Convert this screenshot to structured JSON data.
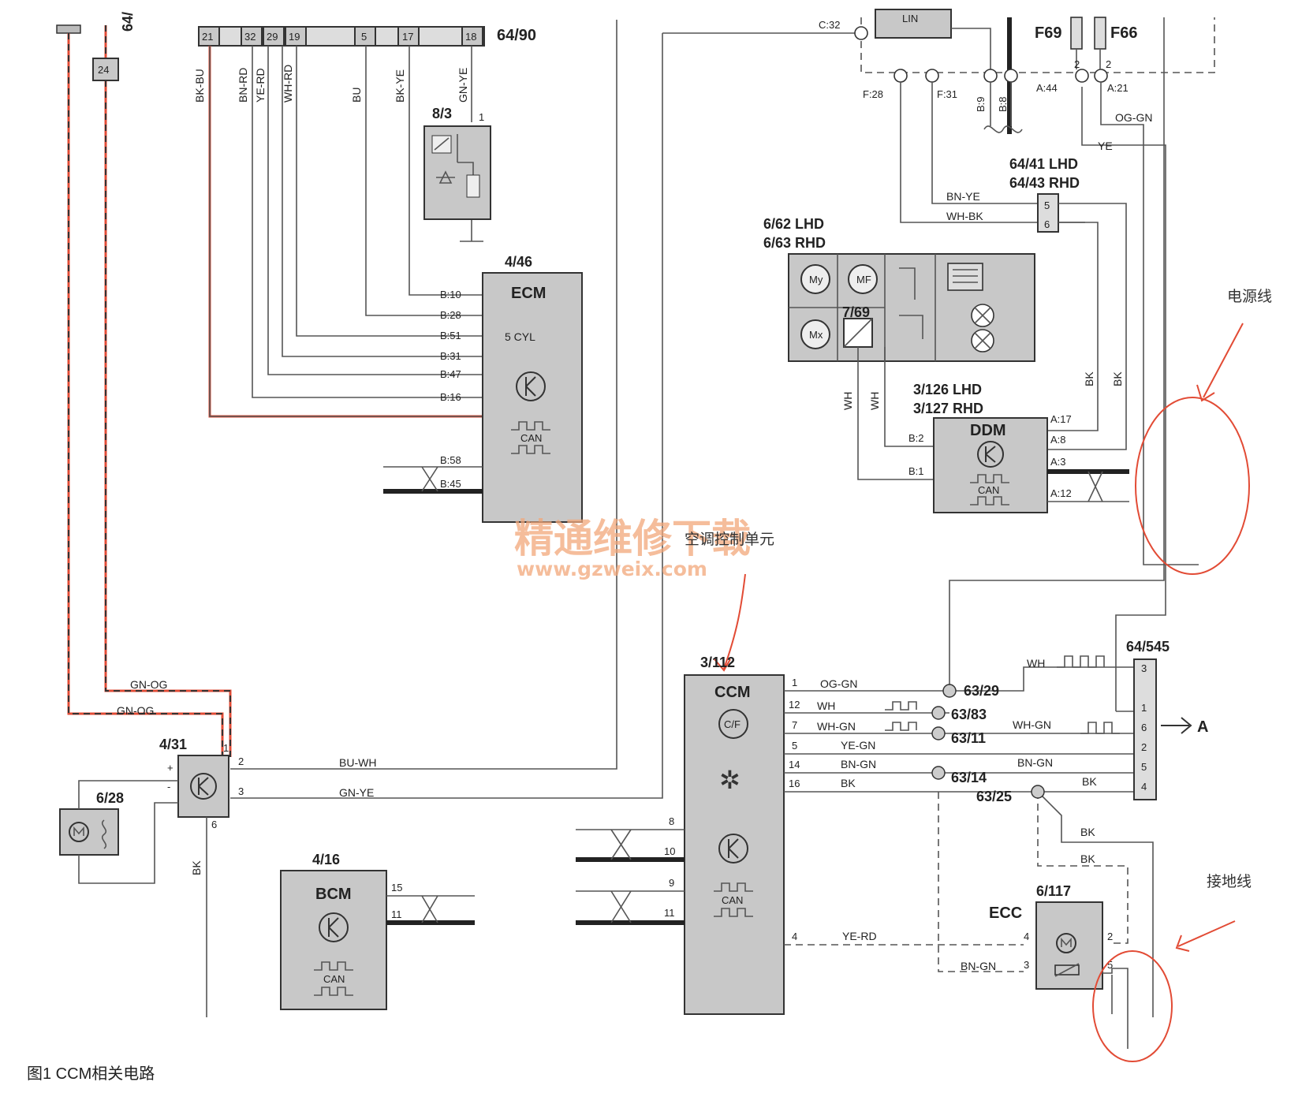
{
  "watermark": {
    "line1": "精通维修下载",
    "line2": "www.gzweix.com"
  },
  "caption": "图1  CCM相关电路",
  "annotations": {
    "power": "电源线",
    "ground": "接地线",
    "hvac": "空调控制单元"
  },
  "components": {
    "c6490": "64/90",
    "c83": "8/3",
    "c446": "4/46",
    "ecm": "ECM",
    "ecm_sub": "5 CYL",
    "c431": "4/31",
    "c628": "6/28",
    "c416": "4/16",
    "bcm": "BCM",
    "c3112": "3/112",
    "ccm": "CCM",
    "c662": "6/62 LHD",
    "c663": "6/63 RHD",
    "c769": "7/69",
    "c6441": "64/41 LHD",
    "c6443": "64/43 RHD",
    "c3126": "3/126 LHD",
    "c3127": "3/127 RHD",
    "ddm": "DDM",
    "c64545": "64/545",
    "c6117": "6/117",
    "ecc": "ECC",
    "f69": "F69",
    "f66": "F66",
    "c6429": "63/29",
    "c6383": "63/83",
    "c6311": "63/11",
    "c6314": "63/14",
    "c6325": "63/25",
    "c64top": "64/",
    "lin": "LIN",
    "arrow_a": "A",
    "can": "CAN",
    "cf": "C/F"
  },
  "connector_64_90": [
    "21",
    "32",
    "29",
    "19",
    "5",
    "17",
    "18"
  ],
  "ecm_pins": [
    "B:10",
    "B:28",
    "B:51",
    "B:31",
    "B:47",
    "B:16",
    "B:58",
    "B:45"
  ],
  "ddm_pins": [
    "B:2",
    "B:1",
    "A:17",
    "A:8",
    "A:3",
    "A:12"
  ],
  "top_pins": [
    "C:32",
    "F:28",
    "F:31",
    "B:9",
    "B:8",
    "A:44",
    "A:21"
  ],
  "ccm_pins": [
    "1",
    "12",
    "7",
    "5",
    "14",
    "16",
    "8",
    "10",
    "9",
    "11",
    "4"
  ],
  "c64545_pins": [
    "3",
    "",
    "1",
    "6",
    "2",
    "5",
    "4"
  ],
  "ecc_pins": [
    "4",
    "3",
    "2",
    "5"
  ],
  "misc_pins": {
    "p431_1": "1",
    "p431_2": "2",
    "p431_3": "3",
    "p431_6": "6",
    "p64_5": "5",
    "p64_6": "6",
    "p83_1": "1",
    "f_2a": "2",
    "f_2b": "2",
    "plus": "+",
    "minus": "-",
    "bcm15": "15",
    "bcm11": "11",
    "p24": "24"
  },
  "wires": {
    "bkbu": "BK-BU",
    "bnrd": "BN-RD",
    "yerd": "YE-RD",
    "whrd": "WH-RD",
    "bu": "BU",
    "bkye": "BK-YE",
    "gnye_v": "GN-YE",
    "gnog1": "GN-OG",
    "gnog2": "GN-OG",
    "buwh": "BU-WH",
    "gnye": "GN-YE",
    "bk_431": "BK",
    "oggn_top": "OG-GN",
    "ye_top": "YE",
    "bnye": "BN-YE",
    "whbk": "WH-BK",
    "bk1": "BK",
    "bk2": "BK",
    "wh1": "WH",
    "wh2": "WH",
    "oggn": "OG-GN",
    "wh": "WH",
    "whgn": "WH-GN",
    "yegn": "YE-GN",
    "bngn": "BN-GN",
    "bk": "BK",
    "wh_r": "WH",
    "whgn_r": "WH-GN",
    "bngn_r": "BN-GN",
    "bk_r": "BK",
    "bk_a": "BK",
    "bk_b": "BK",
    "yerd_d": "YE-RD",
    "bngn_d": "BN-GN"
  }
}
